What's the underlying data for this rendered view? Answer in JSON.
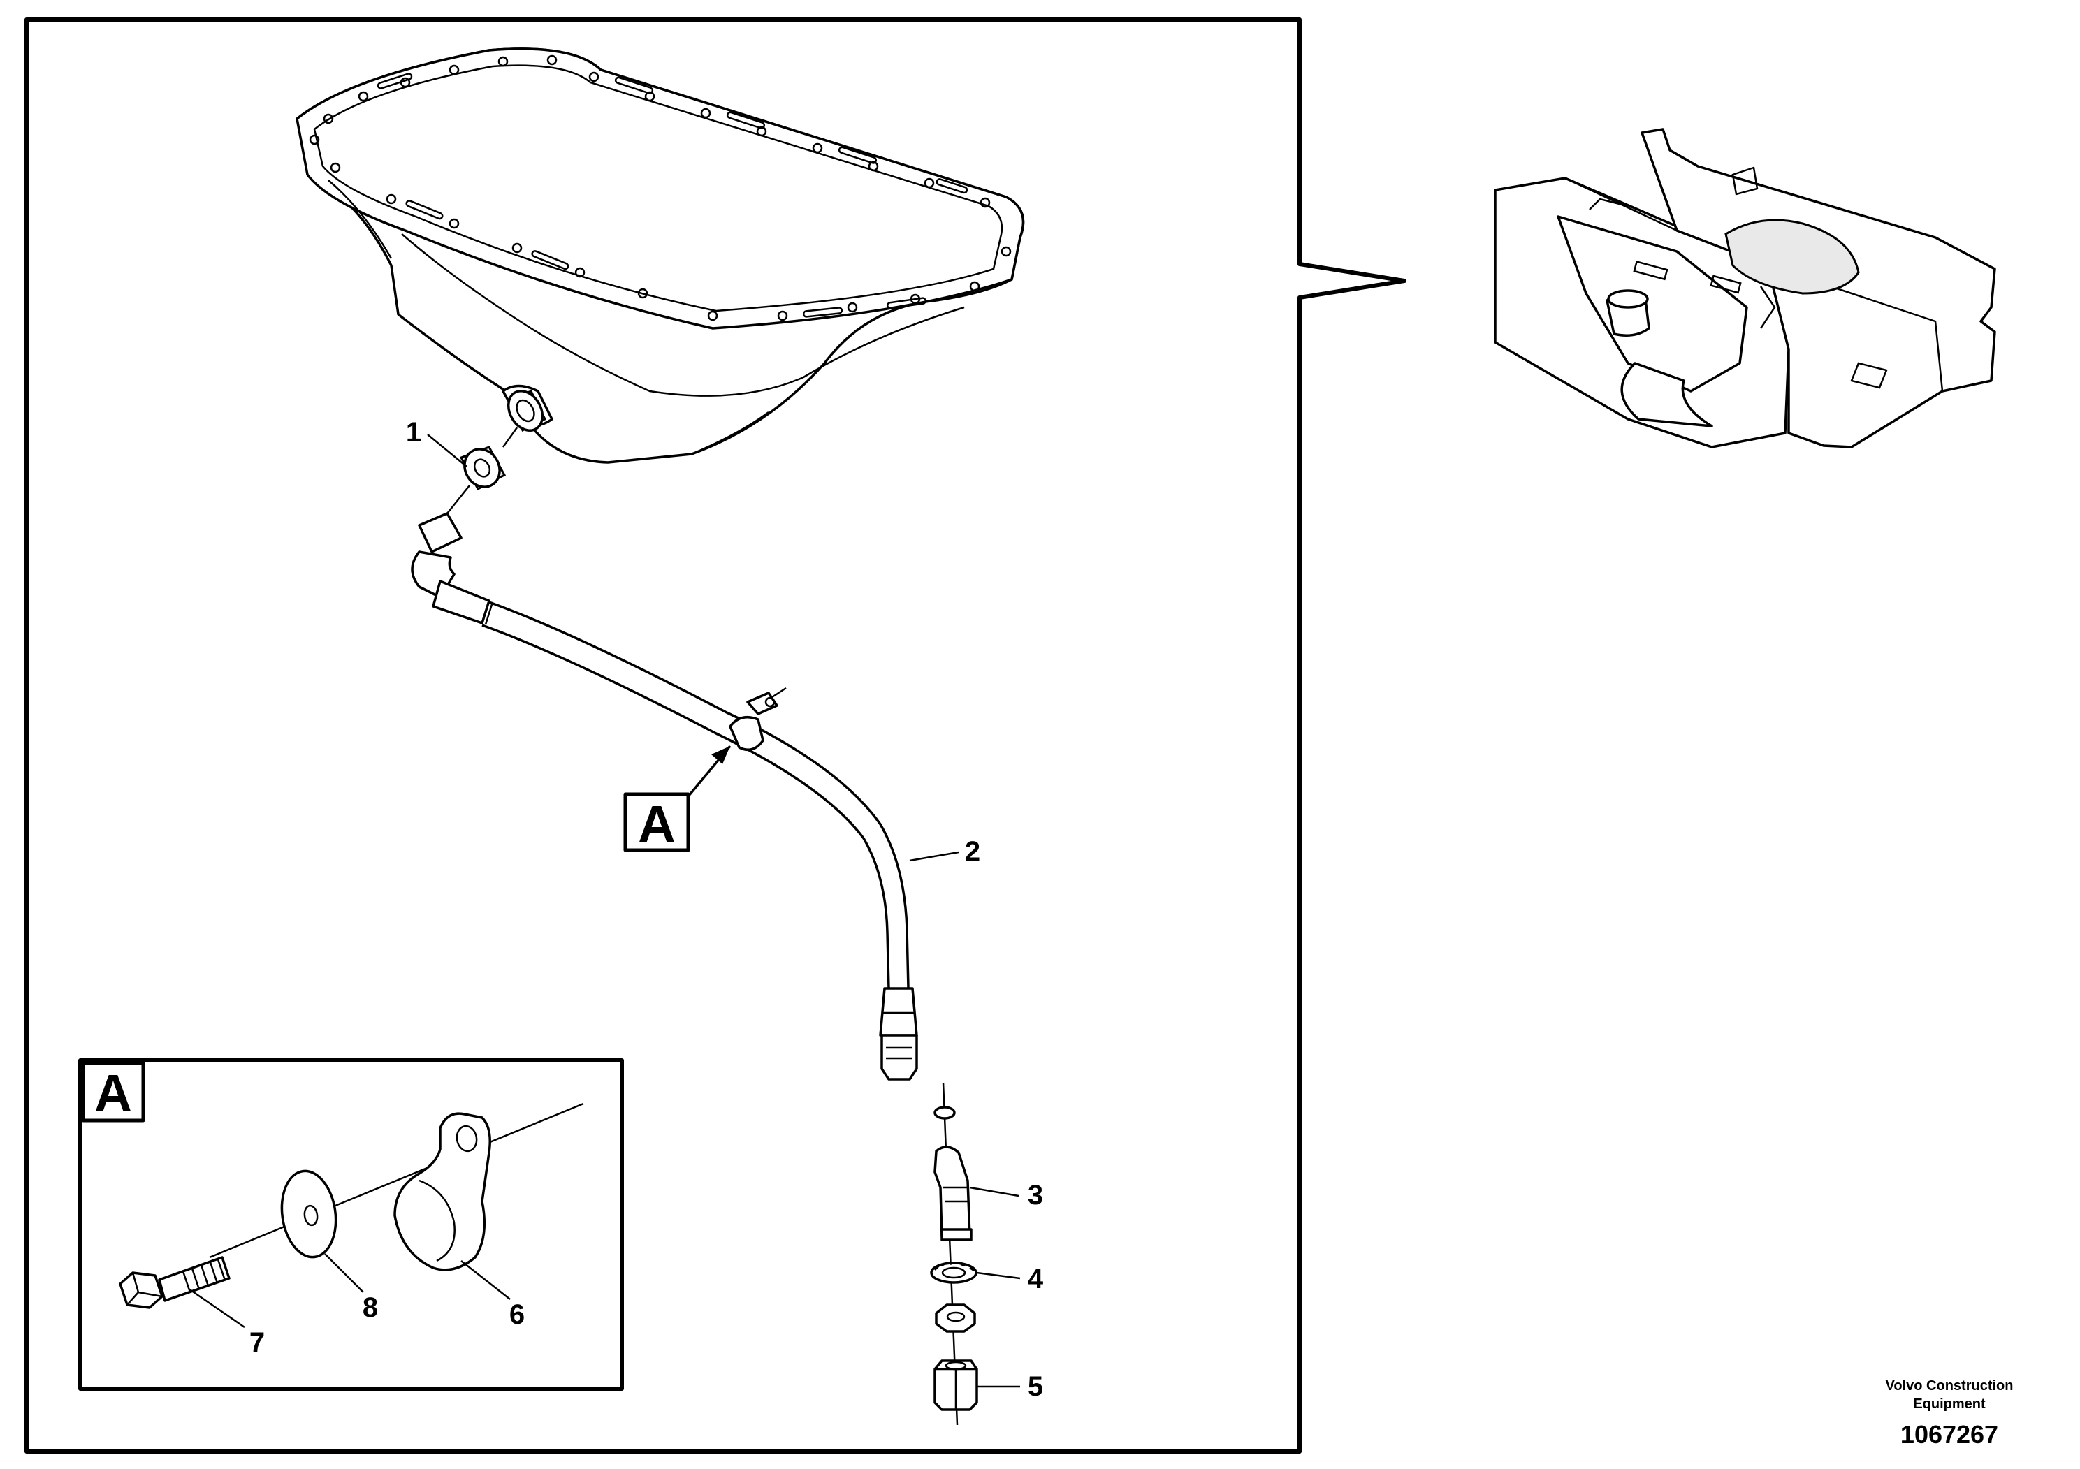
{
  "view_marker": {
    "label": "A"
  },
  "detail_view": {
    "label": "A"
  },
  "callouts": [
    {
      "id": "1",
      "label": "1"
    },
    {
      "id": "2",
      "label": "2"
    },
    {
      "id": "3",
      "label": "3"
    },
    {
      "id": "4",
      "label": "4"
    },
    {
      "id": "5",
      "label": "5"
    },
    {
      "id": "6",
      "label": "6"
    },
    {
      "id": "7",
      "label": "7"
    },
    {
      "id": "8",
      "label": "8"
    }
  ],
  "publisher": {
    "line1": "Volvo Construction",
    "line2": "Equipment",
    "illustration_number": "1067267"
  },
  "colors": {
    "line": "#000000",
    "background": "#ffffff",
    "shade": "#e9e9e9"
  }
}
